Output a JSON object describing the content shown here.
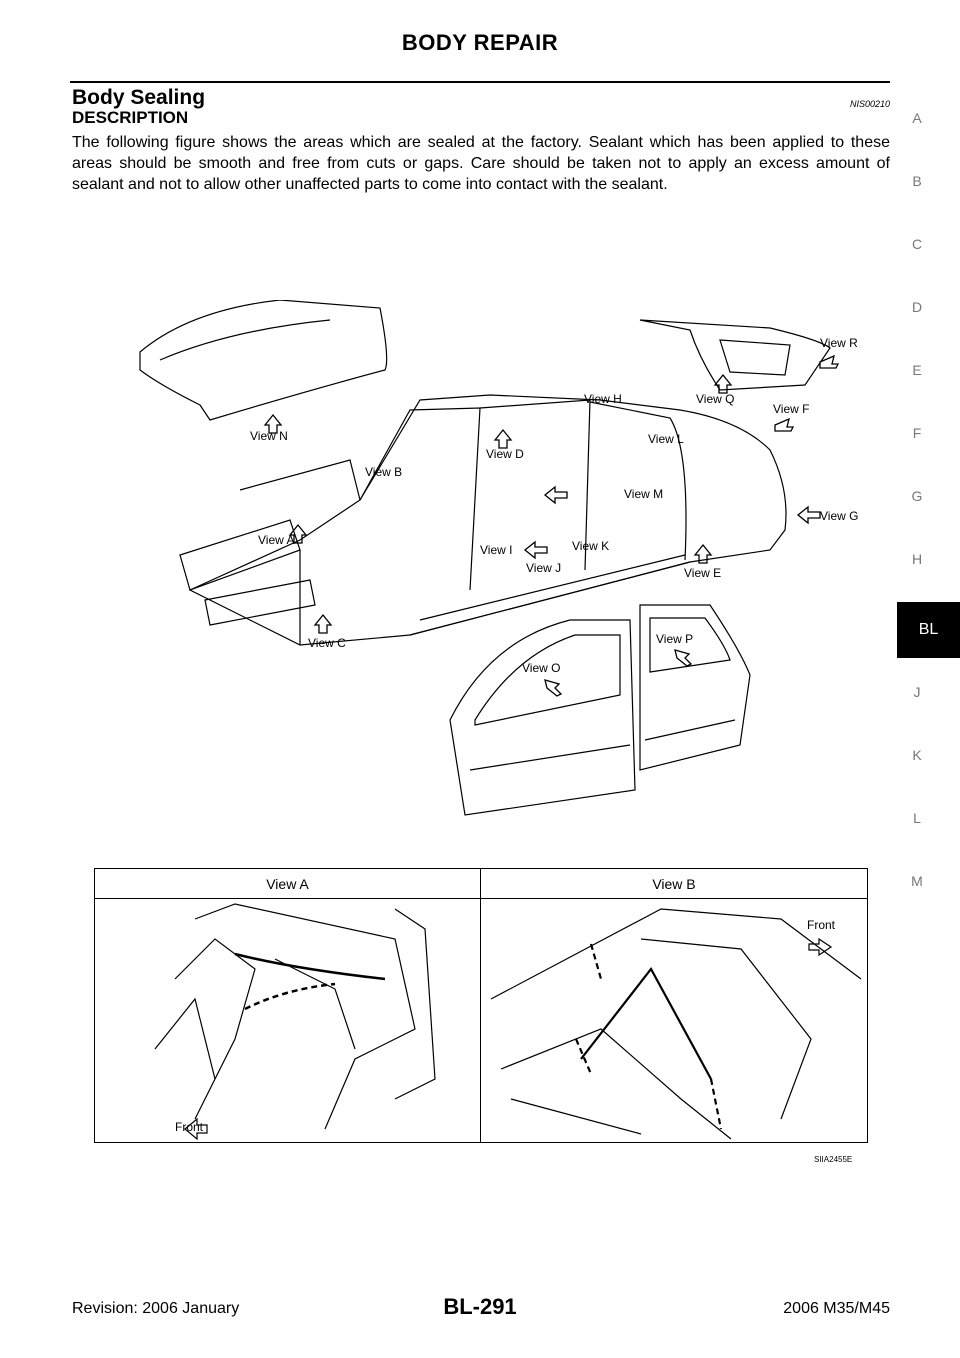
{
  "header": {
    "title": "BODY REPAIR"
  },
  "section": {
    "title": "Body Sealing",
    "code": "NIS00210",
    "subtitle": "DESCRIPTION",
    "body": "The following figure shows the areas which are sealed at the factory. Sealant which has been applied to these areas should be smooth and free from cuts or gaps. Care should be taken not to apply an excess amount of sealant and not to allow other unaffected parts to come into contact with the sealant."
  },
  "side_index": {
    "letters": [
      "A",
      "B",
      "C",
      "D",
      "E",
      "F",
      "G",
      "H",
      "BL",
      "J",
      "K",
      "L",
      "M"
    ],
    "active": "BL"
  },
  "figure": {
    "labels": {
      "view_a": "View A",
      "view_b": "View B",
      "view_c": "View C",
      "view_d": "View D",
      "view_e": "View E",
      "view_f": "View F",
      "view_g": "View G",
      "view_h": "View H",
      "view_i": "View I",
      "view_j": "View J",
      "view_k": "View K",
      "view_l": "View L",
      "view_m": "View M",
      "view_n": "View N",
      "view_o": "View O",
      "view_p": "View P",
      "view_q": "View Q",
      "view_r": "View R"
    }
  },
  "detail_table": {
    "col_a_label": "View A",
    "col_b_label": "View B",
    "front_a": "Front",
    "front_b": "Front"
  },
  "figure_code": "SIIA2455E",
  "footer": {
    "revision": "Revision: 2006 January",
    "page": "BL-291",
    "model": "2006 M35/M45"
  }
}
